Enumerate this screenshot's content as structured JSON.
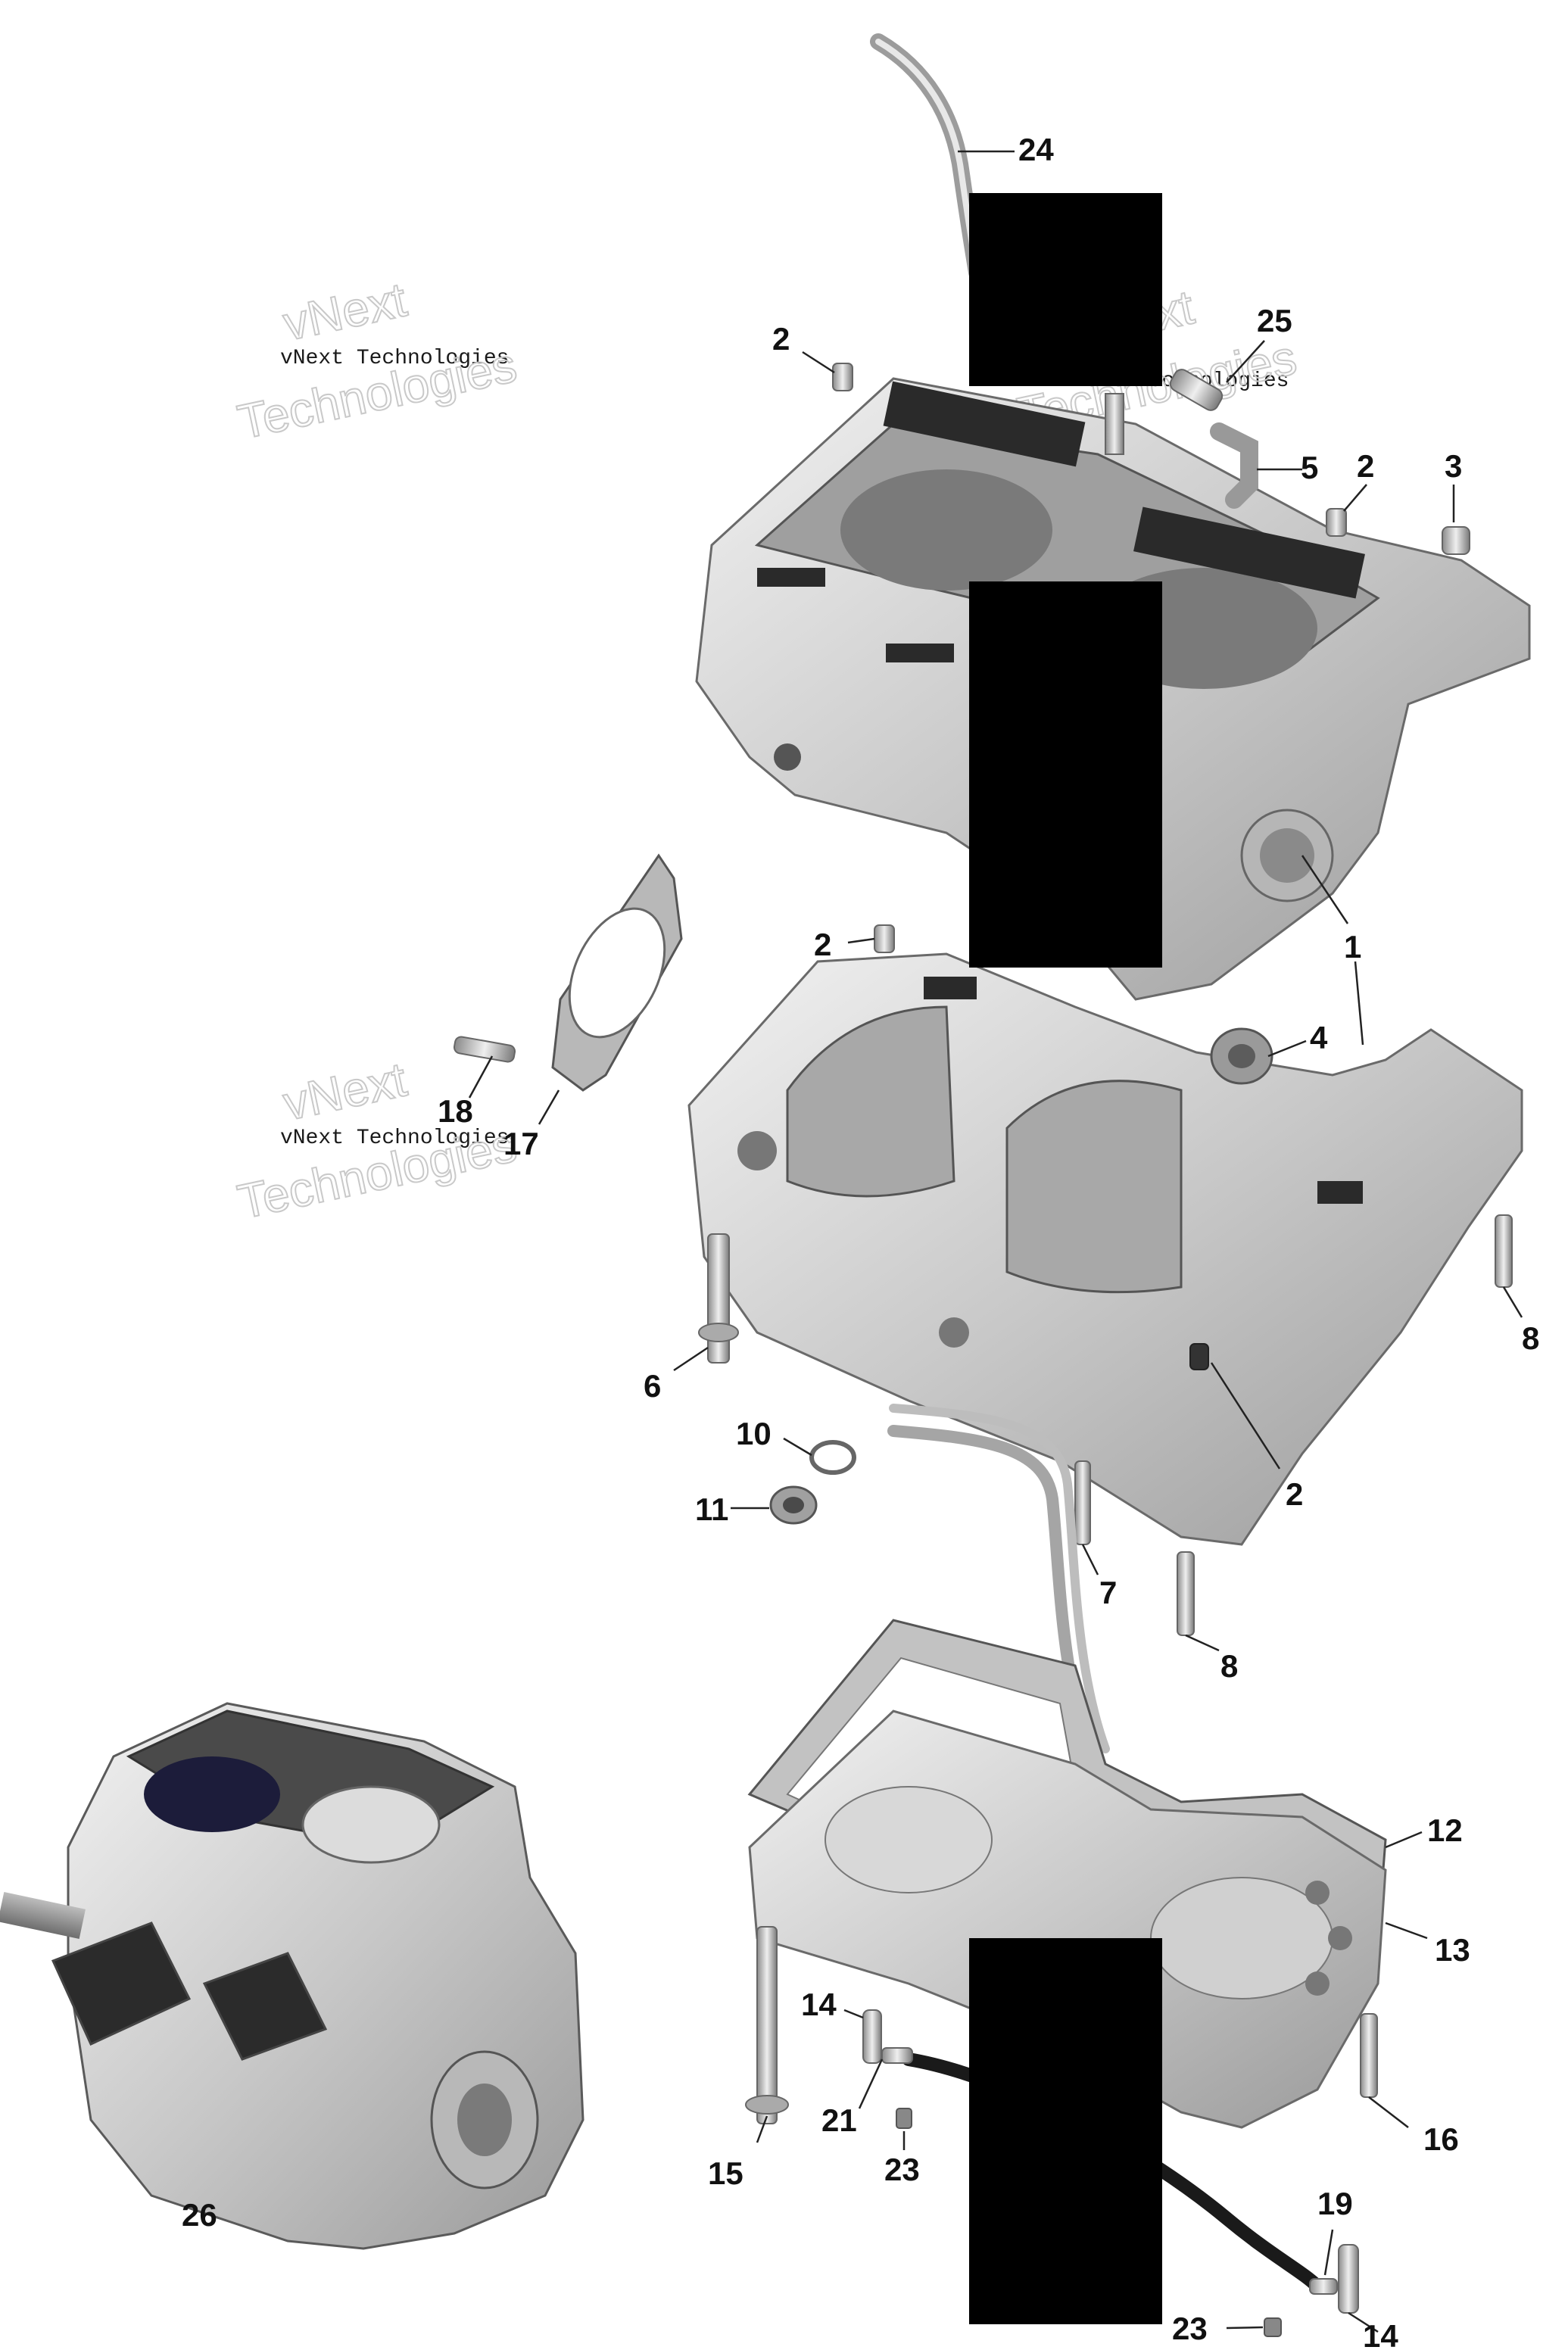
{
  "diagram": {
    "callouts": [
      {
        "id": "c24",
        "label": "24"
      },
      {
        "id": "c25",
        "label": "25"
      },
      {
        "id": "c2a",
        "label": "2"
      },
      {
        "id": "c2b",
        "label": "2"
      },
      {
        "id": "c3",
        "label": "3"
      },
      {
        "id": "c5",
        "label": "5"
      },
      {
        "id": "c1",
        "label": "1"
      },
      {
        "id": "c2c",
        "label": "2"
      },
      {
        "id": "c4",
        "label": "4"
      },
      {
        "id": "c18",
        "label": "18"
      },
      {
        "id": "c17",
        "label": "17"
      },
      {
        "id": "c6",
        "label": "6"
      },
      {
        "id": "c8a",
        "label": "8"
      },
      {
        "id": "c2d",
        "label": "2"
      },
      {
        "id": "c10",
        "label": "10"
      },
      {
        "id": "c11",
        "label": "11"
      },
      {
        "id": "c7",
        "label": "7"
      },
      {
        "id": "c8b",
        "label": "8"
      },
      {
        "id": "c12",
        "label": "12"
      },
      {
        "id": "c13",
        "label": "13"
      },
      {
        "id": "c14a",
        "label": "14"
      },
      {
        "id": "c21",
        "label": "21"
      },
      {
        "id": "c23a",
        "label": "23"
      },
      {
        "id": "c15",
        "label": "15"
      },
      {
        "id": "c16",
        "label": "16"
      },
      {
        "id": "c19",
        "label": "19"
      },
      {
        "id": "c23b",
        "label": "23"
      },
      {
        "id": "c14b",
        "label": "14"
      },
      {
        "id": "c26",
        "label": "26"
      }
    ],
    "watermark": {
      "line1": "vNext Technologies",
      "line2": "Technologies",
      "line3": "vNext"
    }
  }
}
